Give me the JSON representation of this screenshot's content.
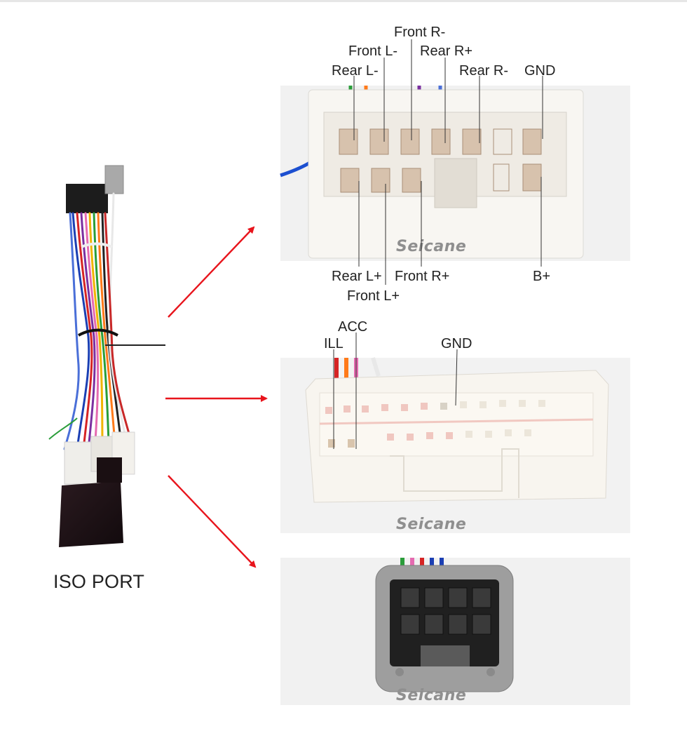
{
  "colors": {
    "arrow": "#e8141c",
    "leader": "#333333",
    "photo_bg": "#f1f1f1",
    "connector_white": "#f7f5f2",
    "connector_grey": "#9b9b9b",
    "pin": "#c9a98a"
  },
  "harness": {
    "caption": "ISO PORT",
    "icon": "wiring-harness-icon"
  },
  "panel_top": {
    "watermark": "Seicane",
    "labels_top": [
      "Front R-",
      "Front L-",
      "Rear R+",
      "Rear L-",
      "Rear R-",
      "GND"
    ],
    "labels_bottom": [
      "Rear L+",
      "Front R+",
      "Front L+",
      "B+"
    ]
  },
  "panel_middle": {
    "watermark": "Seicane",
    "labels": [
      "ACC",
      "ILL",
      "GND"
    ]
  },
  "panel_bottom": {
    "watermark": "Seicane"
  }
}
